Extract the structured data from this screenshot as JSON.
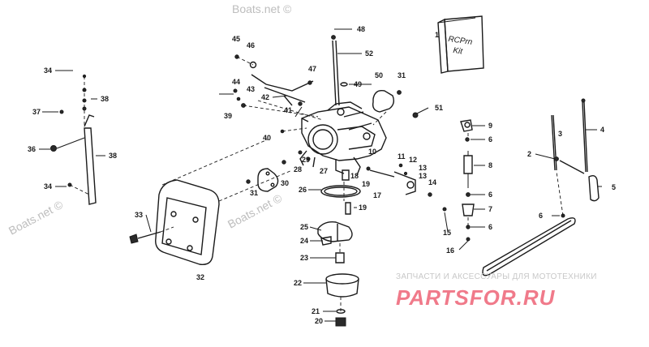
{
  "watermarks": {
    "top": "Boats.net ©",
    "left": "Boats.net ©",
    "middle": "Boats.net ©"
  },
  "kit_box": {
    "line1": "RCPrn",
    "line2": "Kit"
  },
  "brand": {
    "tagline": "ЗАПЧАСТИ И АКСЕССУАРЫ ДЛЯ МОТОТЕХНИКИ",
    "name": "PARTSFOR.RU"
  },
  "callouts": {
    "c1": "1",
    "c2": "2",
    "c3": "3",
    "c4": "4",
    "c5": "5",
    "c6a": "6",
    "c6b": "6",
    "c6c": "6",
    "c6d": "6",
    "c7": "7",
    "c8": "8",
    "c9": "9",
    "c10": "10",
    "c11": "11",
    "c12": "12",
    "c13a": "13",
    "c13b": "13",
    "c14": "14",
    "c15": "15",
    "c16": "16",
    "c17": "17",
    "c18": "18",
    "c19a": "19",
    "c19b": "19",
    "c20": "20",
    "c21": "21",
    "c22": "22",
    "c23": "23",
    "c24": "24",
    "c25": "25",
    "c26": "26",
    "c27": "27",
    "c28": "28",
    "c29": "29",
    "c30": "30",
    "c31a": "31",
    "c31b": "31",
    "c32": "32",
    "c33": "33",
    "c34a": "34",
    "c34b": "34",
    "c36": "36",
    "c37": "37",
    "c38a": "38",
    "c38b": "38",
    "c39": "39",
    "c40": "40",
    "c41": "41",
    "c42": "42",
    "c43": "43",
    "c44": "44",
    "c45": "45",
    "c46": "46",
    "c47": "47",
    "c48": "48",
    "c49": "49",
    "c50": "50",
    "c51": "51",
    "c52": "52"
  }
}
